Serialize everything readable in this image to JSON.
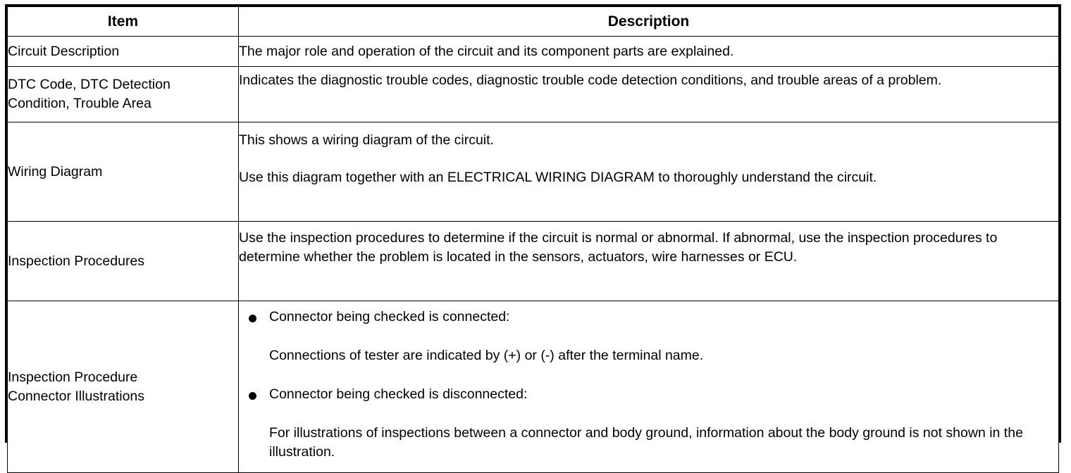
{
  "table": {
    "headers": {
      "item": "Item",
      "description": "Description"
    },
    "rows": [
      {
        "id": "circuit-description",
        "item_lines": [
          "Circuit Description"
        ],
        "description_paragraphs": [
          "The major role and operation of the circuit and its component parts are explained."
        ]
      },
      {
        "id": "dtc-code",
        "item_lines": [
          "DTC Code, DTC Detection",
          "Condition, Trouble Area"
        ],
        "description_paragraphs": [
          "Indicates the diagnostic trouble codes, diagnostic trouble code detection conditions, and trouble areas of a problem."
        ]
      },
      {
        "id": "wiring-diagram",
        "item_lines": [
          "Wiring Diagram"
        ],
        "description_paragraphs": [
          "This shows a wiring diagram of the circuit.",
          "Use this diagram together with an ELECTRICAL WIRING DIAGRAM to thoroughly understand the circuit."
        ]
      },
      {
        "id": "inspection-procedures",
        "item_lines": [
          "Inspection Procedures"
        ],
        "description_paragraphs": [
          "Use the inspection procedures to determine if the circuit is normal or abnormal. If abnormal, use the inspection procedures to determine whether the problem is located in the sensors, actuators, wire harnesses or ECU."
        ]
      },
      {
        "id": "inspection-procedure-connector-illustrations",
        "item_lines": [
          "Inspection Procedure",
          "Connector Illustrations"
        ],
        "bullets": [
          {
            "title": "Connector being checked is connected:",
            "sub": "Connections of tester are indicated by (+) or (-) after the terminal name."
          },
          {
            "title": "Connector being checked is disconnected:",
            "sub": "For illustrations of inspections between a connector and body ground, information about the body ground is not shown in the illustration."
          }
        ]
      }
    ]
  },
  "style": {
    "text_color": "#000000",
    "background_color": "#ffffff",
    "border_color": "#000000"
  }
}
